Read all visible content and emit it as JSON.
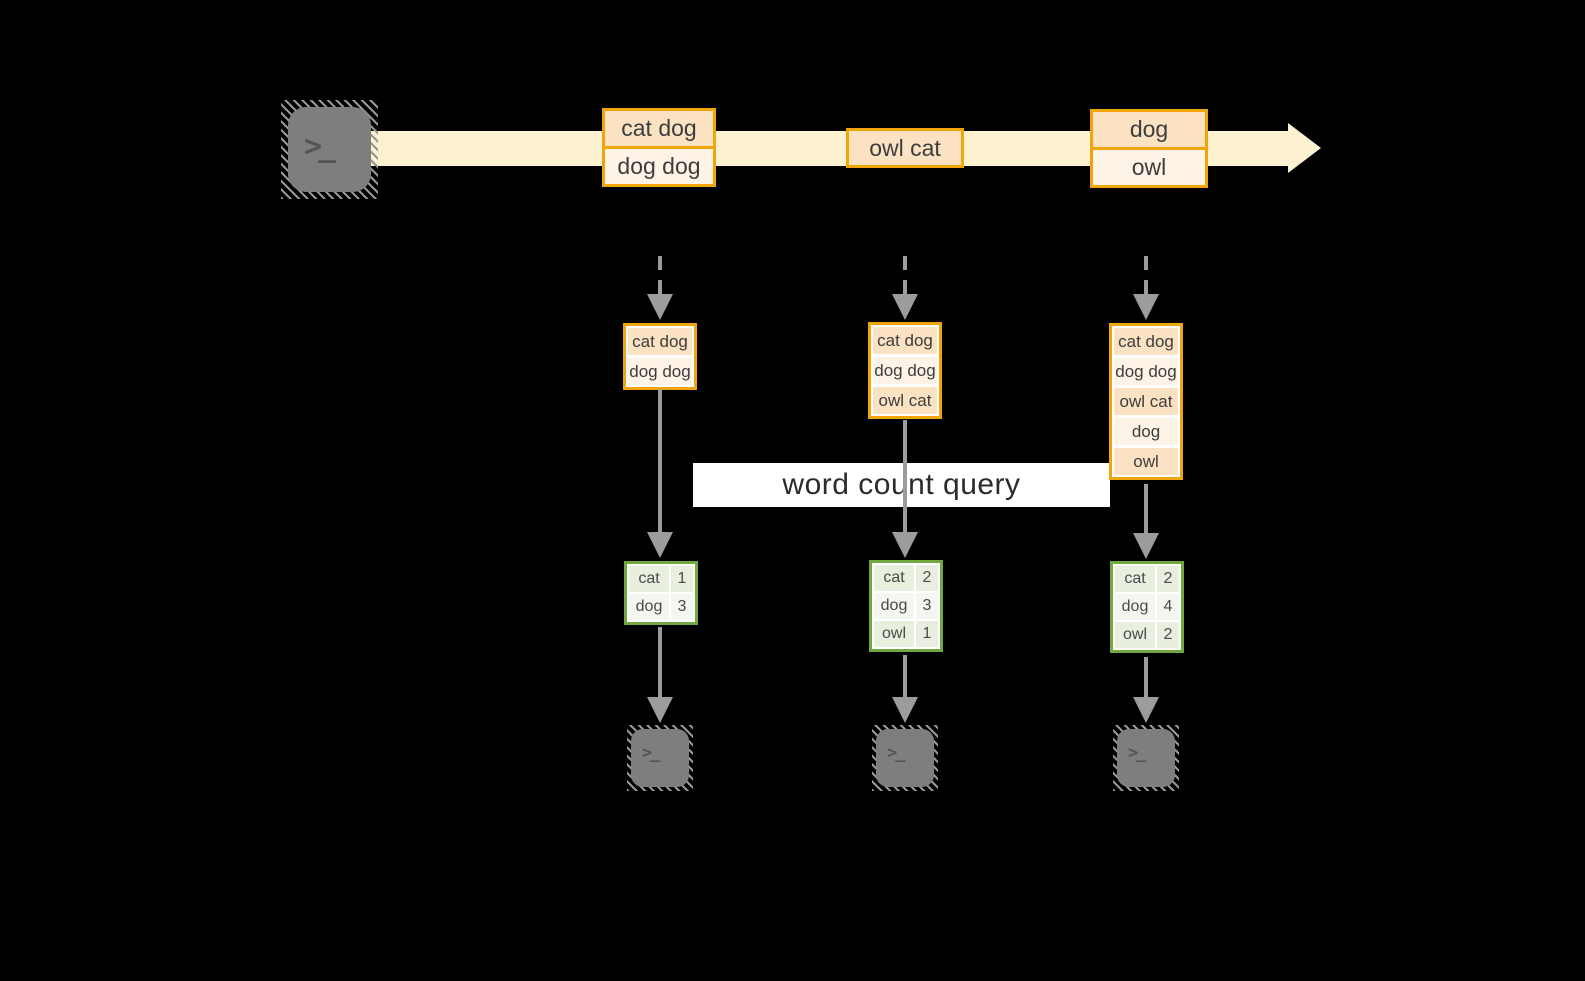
{
  "query_label": "word count query",
  "terminal_glyph": ">_",
  "stream_records": [
    {
      "cells": [
        "cat dog",
        "dog dog"
      ]
    },
    {
      "cells": [
        "owl cat"
      ]
    },
    {
      "cells": [
        "dog",
        "owl"
      ]
    }
  ],
  "pipelines": [
    {
      "state_cells": [
        "cat dog",
        "dog dog"
      ],
      "counts": [
        {
          "word": "cat",
          "count": "1"
        },
        {
          "word": "dog",
          "count": "3"
        }
      ]
    },
    {
      "state_cells": [
        "cat dog",
        "dog dog",
        "owl cat"
      ],
      "counts": [
        {
          "word": "cat",
          "count": "2"
        },
        {
          "word": "dog",
          "count": "3"
        },
        {
          "word": "owl",
          "count": "1"
        }
      ]
    },
    {
      "state_cells": [
        "cat dog",
        "dog dog",
        "owl cat",
        "dog",
        "owl"
      ],
      "counts": [
        {
          "word": "cat",
          "count": "2"
        },
        {
          "word": "dog",
          "count": "4"
        },
        {
          "word": "owl",
          "count": "2"
        }
      ]
    }
  ],
  "colors": {
    "background": "#000000",
    "stream_band": "#fcf2cf",
    "orange_border": "#f0a50a",
    "cell_peach": "#fae2c3",
    "cell_cream": "#fdf3e6",
    "green_border": "#71a83f",
    "cell_sage": "#e8efdf",
    "cell_sage_light": "#f4f7ef",
    "arrow_gray": "#9c9c9c",
    "terminal_gray": "#7e7e7e",
    "query_band": "#ffffff",
    "text": "#3d3d3d"
  }
}
